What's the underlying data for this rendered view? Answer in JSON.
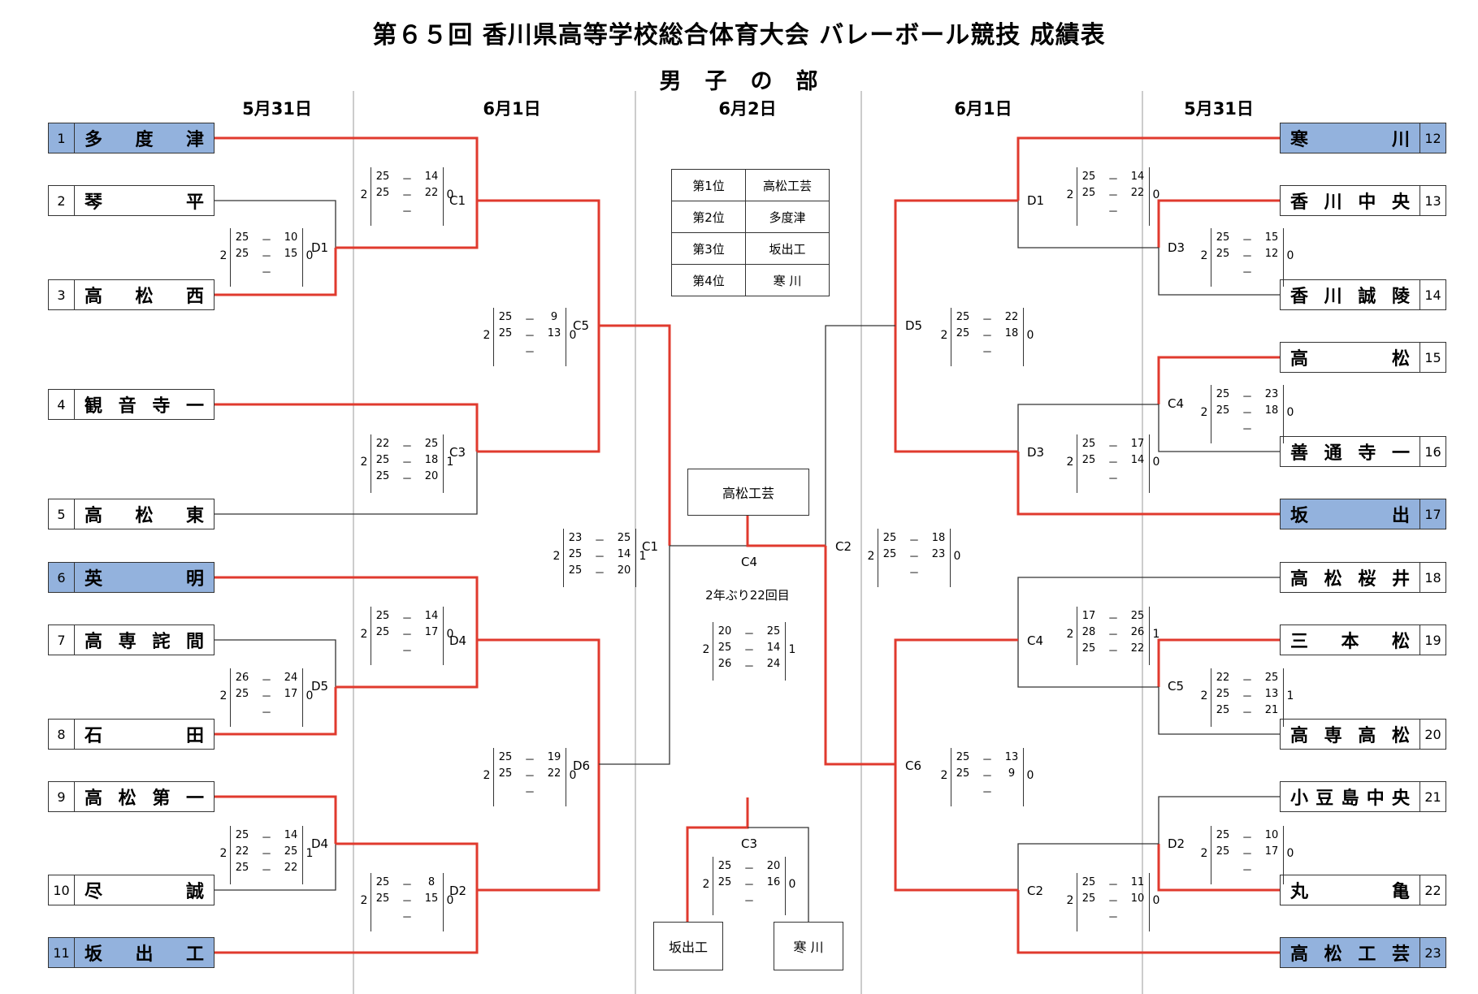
{
  "title": "第６５回 香川県高等学校総合体育大会 バレーボール競技 成績表",
  "subtitle": "男　子　の　部",
  "dates": [
    "5月31日",
    "6月1日",
    "6月2日",
    "6月1日",
    "5月31日"
  ],
  "ranking": [
    {
      "place": "第1位",
      "team": "高松工芸"
    },
    {
      "place": "第2位",
      "team": "多度津"
    },
    {
      "place": "第3位",
      "team": "坂出工"
    },
    {
      "place": "第4位",
      "team": "寒 川"
    }
  ],
  "teams_left": [
    {
      "num": "1",
      "name": "多度津",
      "highlight": true
    },
    {
      "num": "2",
      "name": "琴平",
      "highlight": false
    },
    {
      "num": "3",
      "name": "高松西",
      "highlight": false
    },
    {
      "num": "4",
      "name": "観音寺一",
      "highlight": false
    },
    {
      "num": "5",
      "name": "高松東",
      "highlight": false
    },
    {
      "num": "6",
      "name": "英明",
      "highlight": true
    },
    {
      "num": "7",
      "name": "高専詫間",
      "highlight": false
    },
    {
      "num": "8",
      "name": "石田",
      "highlight": false
    },
    {
      "num": "9",
      "name": "高松第一",
      "highlight": false
    },
    {
      "num": "10",
      "name": "尽誠",
      "highlight": false
    },
    {
      "num": "11",
      "name": "坂出工",
      "highlight": true
    }
  ],
  "teams_right": [
    {
      "num": "12",
      "name": "寒川",
      "highlight": true
    },
    {
      "num": "13",
      "name": "香川中央",
      "highlight": false
    },
    {
      "num": "14",
      "name": "香川誠陵",
      "highlight": false
    },
    {
      "num": "15",
      "name": "高松",
      "highlight": false
    },
    {
      "num": "16",
      "name": "善通寺一",
      "highlight": false
    },
    {
      "num": "17",
      "name": "坂出",
      "highlight": true
    },
    {
      "num": "18",
      "name": "高松桜井",
      "highlight": false
    },
    {
      "num": "19",
      "name": "三本松",
      "highlight": false
    },
    {
      "num": "20",
      "name": "高専高松",
      "highlight": false
    },
    {
      "num": "21",
      "name": "小豆島中央",
      "highlight": false
    },
    {
      "num": "22",
      "name": "丸亀",
      "highlight": false
    },
    {
      "num": "23",
      "name": "高松工芸",
      "highlight": true
    }
  ],
  "matches": [
    {
      "label": "D1",
      "left": "2",
      "right": "0",
      "sets": [
        [
          "25",
          "10"
        ],
        [
          "25",
          "15"
        ],
        [
          "",
          ""
        ]
      ]
    },
    {
      "label": "C1",
      "left": "2",
      "right": "0",
      "sets": [
        [
          "25",
          "14"
        ],
        [
          "25",
          "22"
        ],
        [
          "",
          ""
        ]
      ]
    },
    {
      "label": "C3",
      "left": "2",
      "right": "1",
      "sets": [
        [
          "22",
          "25"
        ],
        [
          "25",
          "18"
        ],
        [
          "25",
          "20"
        ]
      ]
    },
    {
      "label": "C5",
      "left": "2",
      "right": "0",
      "sets": [
        [
          "25",
          "9"
        ],
        [
          "25",
          "13"
        ],
        [
          "",
          ""
        ]
      ]
    },
    {
      "label": "D5",
      "left": "2",
      "right": "0",
      "sets": [
        [
          "26",
          "24"
        ],
        [
          "25",
          "17"
        ],
        [
          "",
          ""
        ]
      ]
    },
    {
      "label": "D4",
      "left": "2",
      "right": "0",
      "sets": [
        [
          "25",
          "14"
        ],
        [
          "25",
          "17"
        ],
        [
          "",
          ""
        ]
      ]
    },
    {
      "label": "D4",
      "left": "2",
      "right": "1",
      "sets": [
        [
          "25",
          "14"
        ],
        [
          "22",
          "25"
        ],
        [
          "25",
          "22"
        ]
      ]
    },
    {
      "label": "D2",
      "left": "2",
      "right": "0",
      "sets": [
        [
          "25",
          "8"
        ],
        [
          "25",
          "15"
        ],
        [
          "",
          ""
        ]
      ]
    },
    {
      "label": "D6",
      "left": "2",
      "right": "0",
      "sets": [
        [
          "25",
          "19"
        ],
        [
          "25",
          "22"
        ],
        [
          "",
          ""
        ]
      ]
    },
    {
      "label": "C1",
      "left": "2",
      "right": "1",
      "sets": [
        [
          "23",
          "25"
        ],
        [
          "25",
          "14"
        ],
        [
          "25",
          "20"
        ]
      ]
    },
    {
      "label": "D1",
      "left": "2",
      "right": "0",
      "sets": [
        [
          "25",
          "14"
        ],
        [
          "25",
          "22"
        ],
        [
          "",
          ""
        ]
      ]
    },
    {
      "label": "D3",
      "left": "2",
      "right": "0",
      "sets": [
        [
          "25",
          "15"
        ],
        [
          "25",
          "12"
        ],
        [
          "",
          ""
        ]
      ]
    },
    {
      "label": "C4",
      "left": "2",
      "right": "0",
      "sets": [
        [
          "25",
          "23"
        ],
        [
          "25",
          "18"
        ],
        [
          "",
          ""
        ]
      ]
    },
    {
      "label": "D3",
      "left": "2",
      "right": "0",
      "sets": [
        [
          "25",
          "17"
        ],
        [
          "25",
          "14"
        ],
        [
          "",
          ""
        ]
      ]
    },
    {
      "label": "D5",
      "left": "2",
      "right": "0",
      "sets": [
        [
          "25",
          "22"
        ],
        [
          "25",
          "18"
        ],
        [
          "",
          ""
        ]
      ]
    },
    {
      "label": "C2",
      "left": "2",
      "right": "0",
      "sets": [
        [
          "25",
          "18"
        ],
        [
          "25",
          "23"
        ],
        [
          "",
          ""
        ]
      ]
    },
    {
      "label": "C4",
      "left": "2",
      "right": "1",
      "sets": [
        [
          "17",
          "25"
        ],
        [
          "28",
          "26"
        ],
        [
          "25",
          "22"
        ]
      ]
    },
    {
      "label": "C5",
      "left": "2",
      "right": "1",
      "sets": [
        [
          "22",
          "25"
        ],
        [
          "25",
          "13"
        ],
        [
          "25",
          "21"
        ]
      ]
    },
    {
      "label": "C6",
      "left": "2",
      "right": "0",
      "sets": [
        [
          "25",
          "13"
        ],
        [
          "25",
          "9"
        ],
        [
          "",
          ""
        ]
      ]
    },
    {
      "label": "D2",
      "left": "2",
      "right": "0",
      "sets": [
        [
          "25",
          "10"
        ],
        [
          "25",
          "17"
        ],
        [
          "",
          ""
        ]
      ]
    },
    {
      "label": "C2",
      "left": "2",
      "right": "0",
      "sets": [
        [
          "25",
          "11"
        ],
        [
          "25",
          "10"
        ],
        [
          "",
          ""
        ]
      ]
    },
    {
      "label": "C4",
      "left": "2",
      "right": "1",
      "sets": [
        [
          "20",
          "25"
        ],
        [
          "25",
          "14"
        ],
        [
          "26",
          "24"
        ]
      ]
    },
    {
      "label": "C3",
      "left": "2",
      "right": "0",
      "sets": [
        [
          "25",
          "20"
        ],
        [
          "25",
          "16"
        ],
        [
          "",
          ""
        ]
      ]
    }
  ],
  "final": {
    "champion": "高松工芸",
    "note": "2年ぶり22回目"
  },
  "third_place": {
    "team_a": "坂出工",
    "team_b": "寒 川"
  },
  "colors": {
    "win_line": "#e03a2e",
    "line": "#333333",
    "highlight": "#93b2dd"
  }
}
